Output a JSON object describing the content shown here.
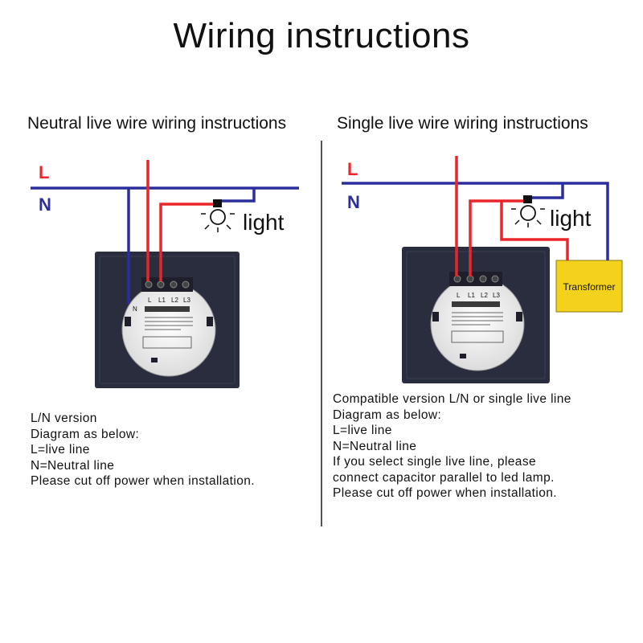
{
  "title": "Wiring instructions",
  "left": {
    "heading": "Neutral live wire wiring instructions",
    "label_L": "L",
    "label_N": "N",
    "light_label": "light",
    "terminals": [
      "L",
      "L1",
      "L2",
      "L3"
    ],
    "n_terminal": "N",
    "notes": [
      "L/N version",
      "Diagram as below:",
      "L=live line",
      "N=Neutral line",
      "Please cut off power when installation."
    ]
  },
  "right": {
    "heading": "Single live wire wiring instructions",
    "label_L": "L",
    "label_N": "N",
    "light_label": "light",
    "transformer_label": "Transformer",
    "terminals": [
      "L",
      "L1",
      "L2",
      "L3"
    ],
    "notes": [
      "Compatible version L/N or single live line",
      "Diagram as below:",
      "L=live line",
      "N=Neutral line",
      "If you select single live line, please",
      "connect capacitor parallel to led lamp.",
      "Please cut off power when installation."
    ]
  },
  "colors": {
    "live_wire": "#e8262b",
    "neutral_wire": "#2b2f9e",
    "panel": "#2a2d3e",
    "transformer": "#f2d21c"
  }
}
